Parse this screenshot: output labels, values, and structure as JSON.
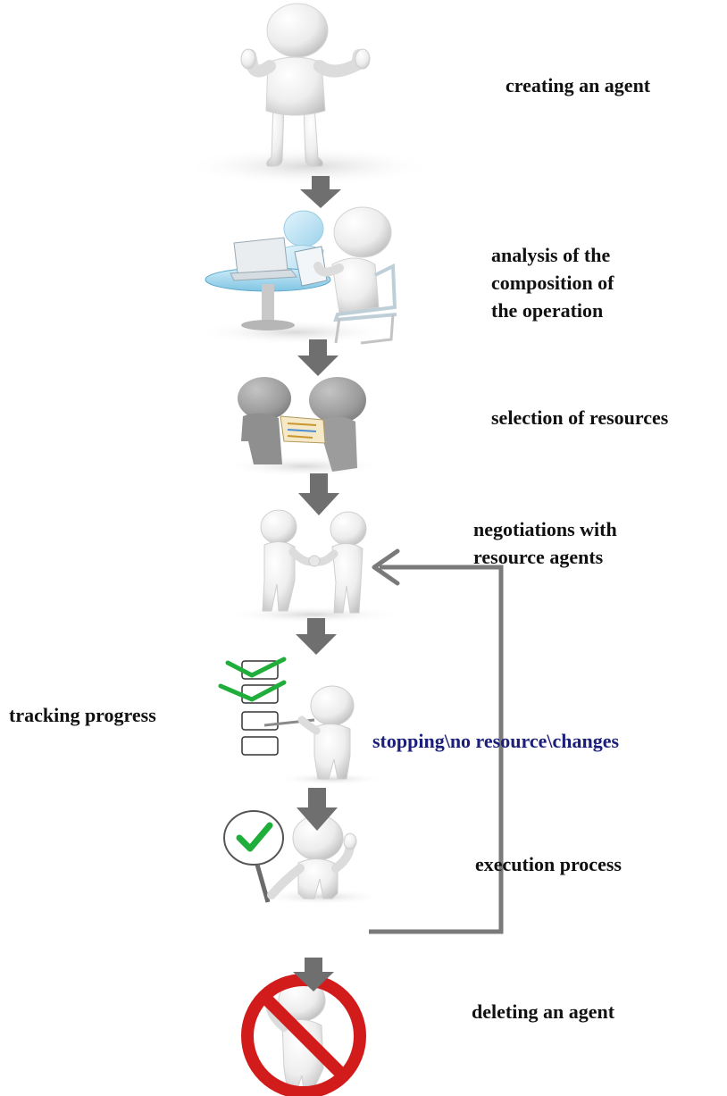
{
  "steps": {
    "creating": "creating an agent",
    "analysis": "analysis of the\ncomposition of\nthe operation",
    "selection": "selection of resources",
    "negotiations": "negotiations with\nresource agents",
    "tracking": "tracking progress",
    "execution": "execution process",
    "deleting": "deleting an agent"
  },
  "feedback": {
    "label": "stopping\\no resource\\changes",
    "color": "#1b1f7a"
  },
  "colors": {
    "arrow": "#6f6f6f",
    "figure_light": "#f4f4f4",
    "figure_shade": "#c9c9c9",
    "check": "#1fae3a",
    "prohibit": "#d21b1b",
    "table_glass": "#a6d9ee"
  },
  "icons": {
    "creating": "thumbs-up-figure-icon",
    "analysis": "meeting-at-table-icon",
    "selection": "two-figures-with-document-icon",
    "negotiations": "handshake-icon",
    "tracking": "checklist-figure-icon",
    "execution": "approval-sign-figure-icon",
    "deleting": "prohibited-figure-icon"
  }
}
